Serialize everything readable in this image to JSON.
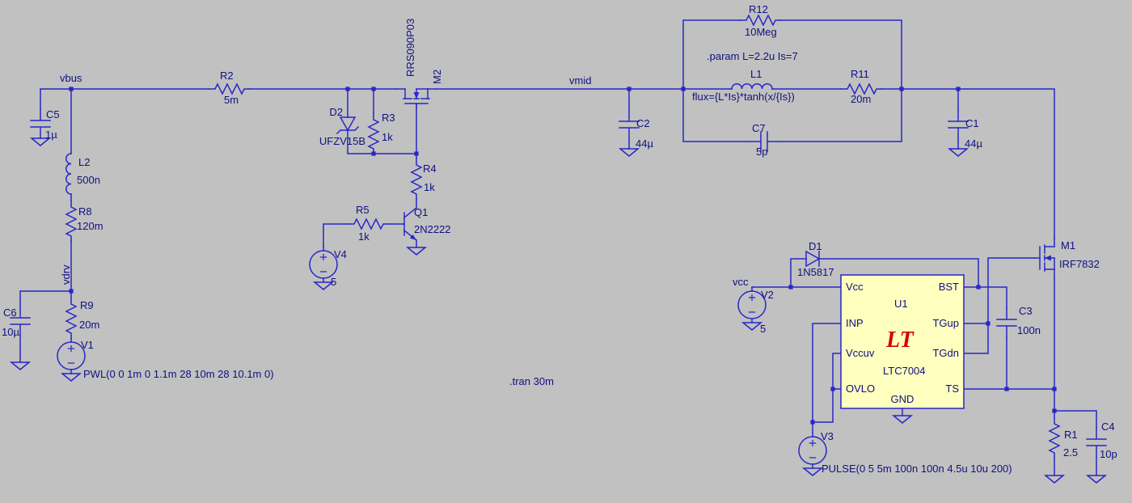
{
  "app": {
    "colors": {
      "bg": "#c1c1c1",
      "wire": "#2727c8",
      "text": "#101080",
      "ic_fill": "#ffffc0",
      "logo": "#d40000"
    }
  },
  "net_labels": {
    "vbus": "vbus",
    "vmid": "vmid",
    "vdrv": "vdrv",
    "vcc": "vcc"
  },
  "directives": {
    "param": ".param L=2.2u Is=7",
    "tran": ".tran 30m"
  },
  "components": {
    "R2": {
      "ref": "R2",
      "value": "5m"
    },
    "C5": {
      "ref": "C5",
      "value": "1µ"
    },
    "L2": {
      "ref": "L2",
      "value": "500n"
    },
    "R8": {
      "ref": "R8",
      "value": "120m"
    },
    "C6": {
      "ref": "C6",
      "value": "10µ"
    },
    "R9": {
      "ref": "R9",
      "value": "20m"
    },
    "V1": {
      "ref": "V1",
      "value": "PWL(0 0 1m 0 1.1m 28 10m 28 10.1m 0)"
    },
    "D2": {
      "ref": "D2",
      "value": "UFZV15B"
    },
    "R3": {
      "ref": "R3",
      "value": "1k"
    },
    "M2": {
      "ref": "M2",
      "value": "RRS090P03"
    },
    "R4": {
      "ref": "R4",
      "value": "1k"
    },
    "R5": {
      "ref": "R5",
      "value": "1k"
    },
    "Q1": {
      "ref": "Q1",
      "value": "2N2222"
    },
    "V4": {
      "ref": "V4",
      "value": "5"
    },
    "C2": {
      "ref": "C2",
      "value": "44µ"
    },
    "R12": {
      "ref": "R12",
      "value": "10Meg"
    },
    "L1": {
      "ref": "L1",
      "value": "flux={L*Is}*tanh(x/{Is})"
    },
    "R11": {
      "ref": "R11",
      "value": "20m"
    },
    "C7": {
      "ref": "C7",
      "value": "5p"
    },
    "C1": {
      "ref": "C1",
      "value": "44µ"
    },
    "D1": {
      "ref": "D1",
      "value": "1N5817"
    },
    "V2": {
      "ref": "V2",
      "value": "5"
    },
    "V3": {
      "ref": "V3",
      "value": "PULSE(0 5 5m 100n 100n 4.5u 10u 200)"
    },
    "U1": {
      "ref": "U1",
      "part": "LTC7004",
      "logo": "LT",
      "pins_left": [
        "Vcc",
        "INP",
        "Vccuv",
        "OVLO"
      ],
      "pins_right": [
        "BST",
        "TGup",
        "TGdn",
        "TS"
      ],
      "pin_bottom": "GND"
    },
    "M1": {
      "ref": "M1",
      "value": "IRF7832"
    },
    "C3": {
      "ref": "C3",
      "value": "100n"
    },
    "R1": {
      "ref": "R1",
      "value": "2.5"
    },
    "C4": {
      "ref": "C4",
      "value": "10p"
    }
  }
}
